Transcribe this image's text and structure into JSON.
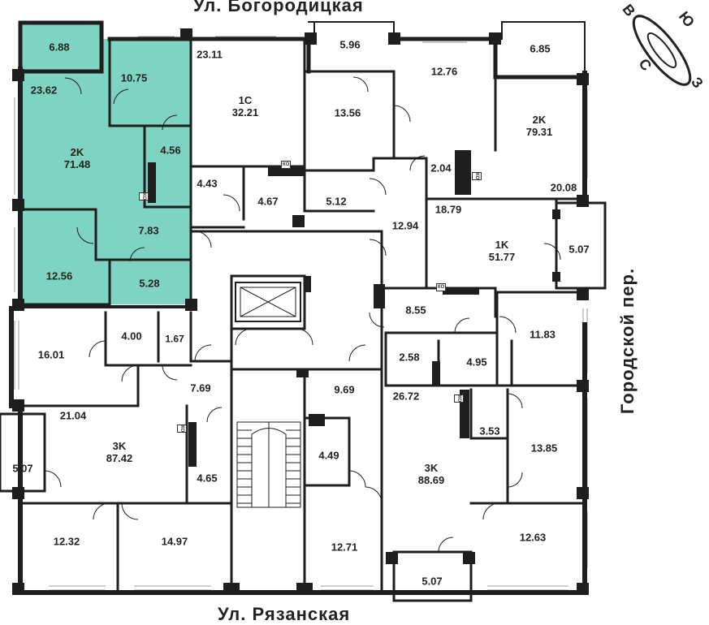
{
  "streets": {
    "top": "Ул. Богородицкая",
    "bottom": "Ул. Рязанская",
    "right": "Городской пер."
  },
  "compass": {
    "north": "С",
    "south": "Ю",
    "east": "В",
    "west": "З"
  },
  "colors": {
    "highlight": "#7ed3c3",
    "wall": "#1e1e1e",
    "window": "#cccccc"
  },
  "apartments": [
    {
      "id": "apt-2k-left",
      "type": "2K",
      "area": "71.48",
      "highlighted": true
    },
    {
      "id": "apt-1c",
      "type": "1С",
      "area": "32.21"
    },
    {
      "id": "apt-2k-right",
      "type": "2K",
      "area": "79.31"
    },
    {
      "id": "apt-1k",
      "type": "1K",
      "area": "51.77"
    },
    {
      "id": "apt-3k-left",
      "type": "3K",
      "area": "87.42"
    },
    {
      "id": "apt-3k-right",
      "type": "3K",
      "area": "88.69"
    }
  ],
  "rooms": [
    "6.88",
    "23.62",
    "10.75",
    "4.56",
    "7.83",
    "12.56",
    "5.28",
    "23.11",
    "4.43",
    "4.67",
    "5.96",
    "13.56",
    "5.12",
    "12.94",
    "12.76",
    "6.85",
    "2.04",
    "20.08",
    "18.79",
    "5.07",
    "8.55",
    "11.83",
    "2.58",
    "4.95",
    "16.01",
    "4.00",
    "1.67",
    "7.69",
    "21.04",
    "5.07",
    "4.65",
    "12.32",
    "14.97",
    "9.69",
    "4.49",
    "12.71",
    "26.72",
    "3.53",
    "13.85",
    "12.63",
    "5.07"
  ],
  "ko_label": "КО"
}
